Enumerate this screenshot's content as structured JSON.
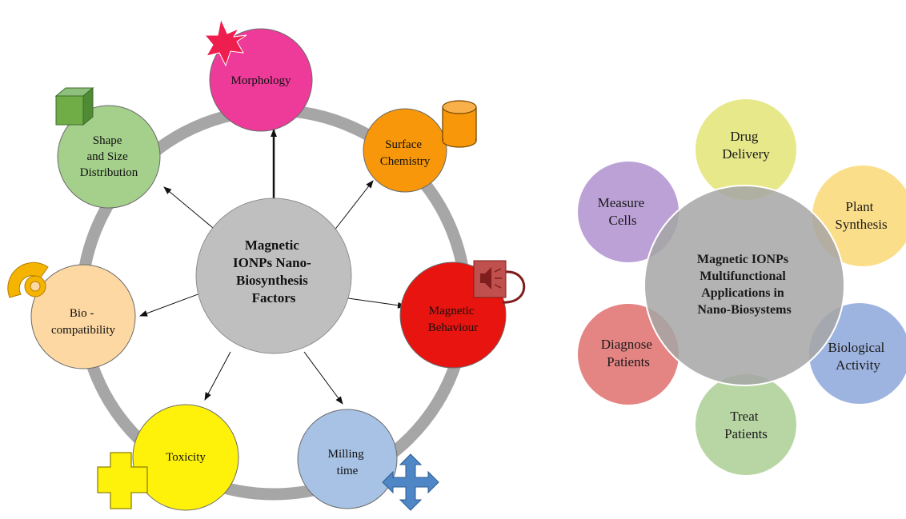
{
  "factors_diagram": {
    "center": {
      "lines": [
        "Magnetic",
        "IONPs Nano-",
        "Biosynthesis",
        "Factors"
      ]
    },
    "nodes": [
      {
        "id": "morphology",
        "lines": [
          "Morphology"
        ],
        "fill": "#EE3B9A",
        "icon": "starburst-icon"
      },
      {
        "id": "surface-chemistry",
        "lines": [
          "Surface",
          "Chemistry"
        ],
        "fill": "#F79709",
        "icon": "cylinder-icon"
      },
      {
        "id": "magnetic-behaviour",
        "lines": [
          "Magnetic",
          "Behaviour"
        ],
        "fill": "#E8140F",
        "icon": "speaker-icon"
      },
      {
        "id": "milling-time",
        "lines": [
          "Milling",
          "time"
        ],
        "fill": "#A7C2E4",
        "icon": "four-way-arrow-icon"
      },
      {
        "id": "toxicity",
        "lines": [
          "Toxicity"
        ],
        "fill": "#FFF20A",
        "icon": "cross-shape-icon"
      },
      {
        "id": "biocompatibility",
        "lines": [
          "Bio -",
          "compatibility"
        ],
        "fill": "#FDD8A2",
        "icon": "donut-arc-icon"
      },
      {
        "id": "shape-size",
        "lines": [
          "Shape",
          "and Size",
          "Distribution"
        ],
        "fill": "#A4D08B",
        "icon": "cube-icon"
      }
    ]
  },
  "applications_diagram": {
    "center": {
      "lines": [
        "Magnetic IONPs",
        "Multifunctional",
        "Applications  in",
        "Nano-Biosystems"
      ]
    },
    "bubbles": [
      {
        "id": "drug-delivery",
        "lines": [
          "Drug",
          "Delivery"
        ],
        "fill": "#E3E57D"
      },
      {
        "id": "plant-synthesis",
        "lines": [
          "Plant",
          "Synthesis"
        ],
        "fill": "#FBDA7C"
      },
      {
        "id": "biological-activity",
        "lines": [
          "Biological",
          "Activity"
        ],
        "fill": "#94ACDD"
      },
      {
        "id": "treat-patients",
        "lines": [
          "Treat",
          "Patients"
        ],
        "fill": "#AFD19A"
      },
      {
        "id": "diagnose-patients",
        "lines": [
          "Diagnose",
          "Patients"
        ],
        "fill": "#E17775"
      },
      {
        "id": "measure-cells",
        "lines": [
          "Measure",
          "Cells"
        ],
        "fill": "#B597D3"
      }
    ]
  }
}
